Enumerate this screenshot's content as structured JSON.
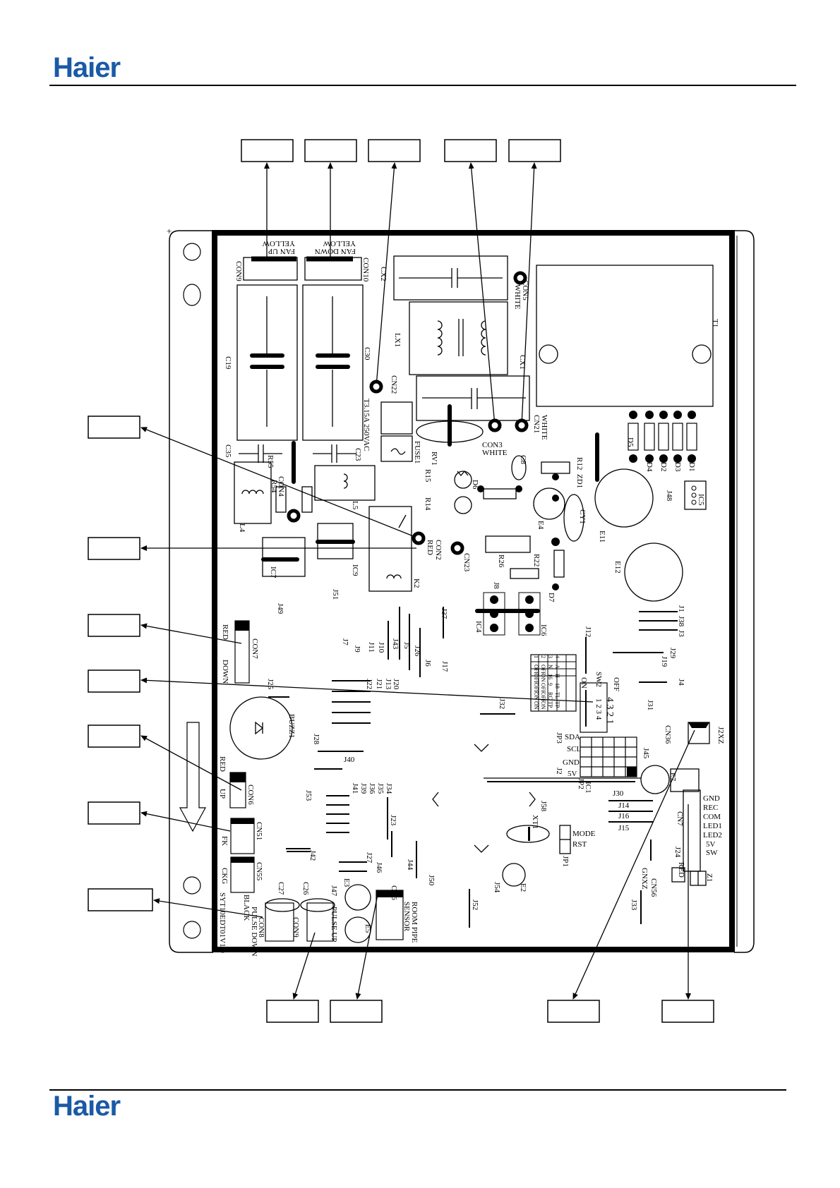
{
  "brand": {
    "name": "Haier",
    "color": "#1a5aa6"
  },
  "board": {
    "model": "SYT10EDT01V1.0",
    "connectors": {
      "con9": {
        "id": "CON9",
        "fn": "FAN UP",
        "color": "YELLOW"
      },
      "con10": {
        "id": "CON10",
        "fn": "FAN DOWN",
        "color": "YELLOW"
      },
      "cn22": "CN22",
      "con5": {
        "id": "CON5",
        "color": "WHITE"
      },
      "cn21": {
        "id": "CN21",
        "color": "WHITE"
      },
      "con3": {
        "id": "CON3",
        "color": "WHITE"
      },
      "con2": {
        "id": "CON2",
        "color": "RED"
      },
      "cn23": "CN23",
      "con4": "CON4",
      "con7": {
        "id": "CON7",
        "color": "RED",
        "fn": "DOWN"
      },
      "con6": {
        "id": "CON6",
        "color": "RED",
        "fn": "UP"
      },
      "cn51": {
        "id": "CN51",
        "fn": "FK"
      },
      "cn55": {
        "id": "CN55",
        "fn": "CKG"
      },
      "con8": {
        "id": "CON8",
        "color": "BLACK",
        "fn": "PULSE DOWN"
      },
      "con9b": {
        "id": "CON9",
        "fn": "PULSE UP"
      },
      "cn6": {
        "id": "CN6",
        "fn1": "ROOM PIPE",
        "fn2": "SENSOR"
      },
      "cn7": "CN7",
      "cn56": {
        "id": "CN56",
        "color": "RED"
      },
      "cn36": "CN36"
    },
    "cn7_pins": [
      "GND",
      "REC",
      "COM",
      "LED1",
      "LED2",
      "5V",
      "SW"
    ],
    "jp3_pins": [
      "SDA",
      "SCL",
      "GND",
      "5V"
    ],
    "mode_labels": [
      "MODE",
      "RST"
    ],
    "components": [
      "T1",
      "CX2",
      "LX1",
      "CX1",
      "C19",
      "C30",
      "C35",
      "C23",
      "R55",
      "R54",
      "L4",
      "L5",
      "FUSE1",
      "T3.15A 250VAC",
      "RV1",
      "R15",
      "R14",
      "D6",
      "C8",
      "R12",
      "ZD1",
      "E4",
      "CY1",
      "E11",
      "E12",
      "IC5",
      "J48",
      "R26",
      "R22",
      "D7",
      "IC4",
      "IC6",
      "J8",
      "IC7",
      "IC9",
      "K2",
      "J49",
      "J51",
      "J37",
      "J7",
      "J9",
      "J11",
      "J10",
      "J43",
      "J5",
      "J26",
      "J6",
      "J17",
      "J12",
      "J1",
      "J38",
      "J3",
      "J29",
      "J19",
      "J4",
      "SW2",
      "ON",
      "OFF",
      "J31",
      "J32",
      "J25",
      "J22",
      "J21",
      "J13",
      "J20",
      "BUZZ1",
      "J28",
      "J40",
      "JP3",
      "J2",
      "J45",
      "E7",
      "IC1",
      "JP2",
      "J30",
      "J14",
      "J16",
      "J15",
      "J53",
      "J41",
      "J39",
      "J36",
      "J35",
      "J34",
      "J23",
      "J58",
      "XT1",
      "JP1",
      "J42",
      "J27",
      "J46",
      "J44",
      "J50",
      "E2",
      "J54",
      "J52",
      "C27",
      "C26",
      "J47",
      "E3",
      "E5",
      "J33",
      "J24",
      "Z1",
      "GNXZ",
      "J2XZ",
      "D5",
      "D4",
      "D2",
      "D3",
      "D1"
    ],
    "sw2_table": [
      [
        "1",
        "OFF",
        "OFF",
        "OFF",
        "ON",
        "ON"
      ],
      [
        "2",
        "OFF",
        "ON",
        "OFF",
        "OFF",
        "ON"
      ],
      [
        "3",
        "N",
        "16",
        "9",
        "RC",
        "TP"
      ],
      [
        "4",
        "A",
        "H",
        "18",
        "TL",
        "TP"
      ]
    ],
    "dip_digits": "4 3 2 1",
    "dip_digits2": "1 2 3 4"
  }
}
